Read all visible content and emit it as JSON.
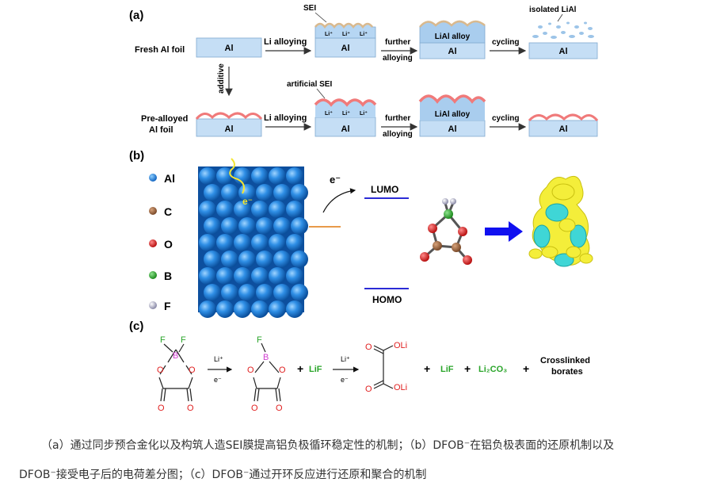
{
  "panel_a": {
    "label": "(a)",
    "row1_title": "Fresh Al foil",
    "row2_title_line1": "Pre-alloyed",
    "row2_title_line2": "Al foil",
    "al": "Al",
    "li_alloying": "Li alloying",
    "further": "further",
    "alloying": "alloying",
    "cycling": "cycling",
    "sei": "SEI",
    "artificial_sei": "artificial SEI",
    "li_alloy": "LiAl alloy",
    "isolated_lial": "isolated LiAl",
    "additive": "additive",
    "li_plus": "Li⁺"
  },
  "panel_b": {
    "label": "(b)",
    "legend": [
      "Al",
      "C",
      "O",
      "B",
      "F"
    ],
    "electron": "e⁻",
    "lumo": "LUMO",
    "homo": "HOMO"
  },
  "panel_c": {
    "label": "(c)",
    "f": "F",
    "b": "B",
    "o": "O",
    "li_plus": "Li⁺",
    "e_minus": "e⁻",
    "plus": "+",
    "lif": "LiF",
    "oli": "OLi",
    "li2co3": "Li₂CO₃",
    "crosslinked_line1": "Crosslinked",
    "crosslinked_line2": "borates"
  },
  "caption": {
    "line1": "（a）通过同步预合金化以及构筑人造SEI膜提高铝负极循环稳定性的机制；（b）DFOB⁻在铝负极表面的还原机制以及",
    "line2": "DFOB⁻接受电子后的电荷差分图；（c）DFOB⁻通过开环反应进行还原和聚合的机制"
  }
}
